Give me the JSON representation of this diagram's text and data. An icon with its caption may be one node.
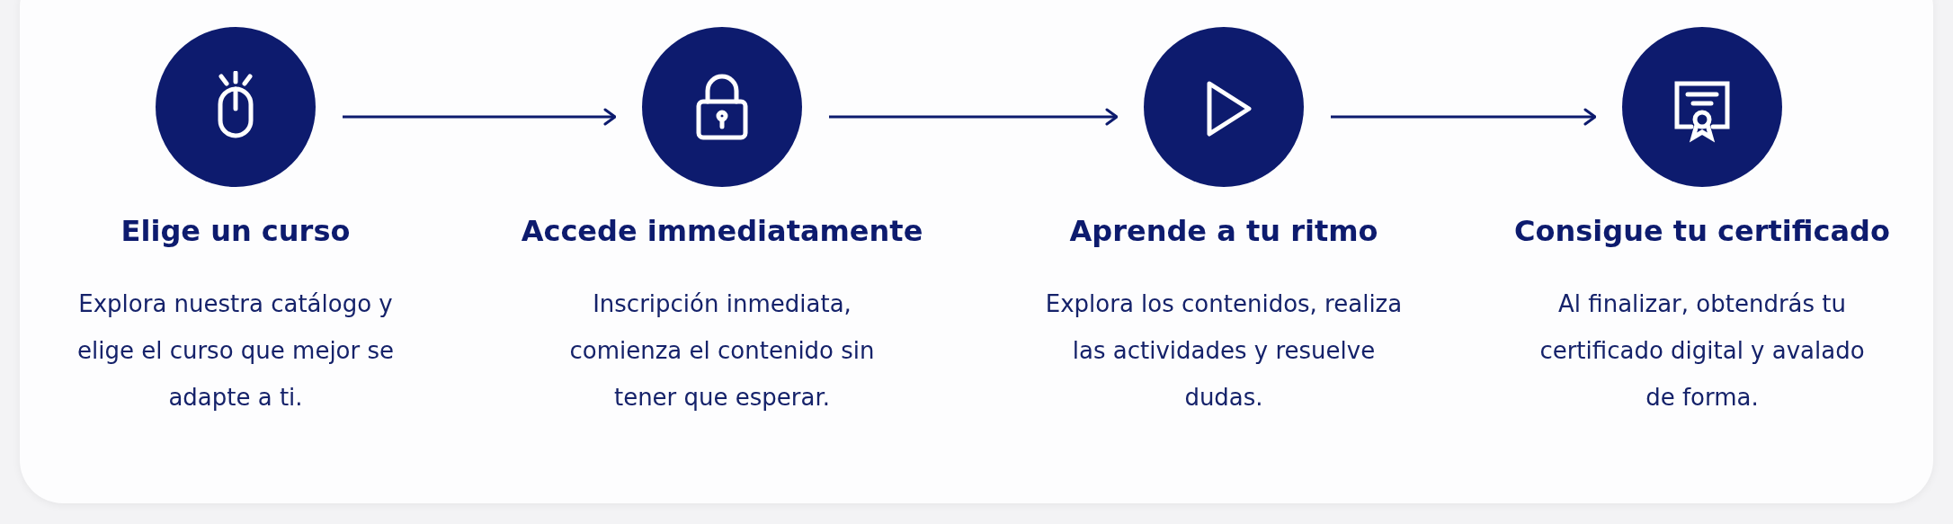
{
  "diagram": {
    "nodes": [
      {
        "text": [],
        "shape": "circle",
        "beside": [
          "Elige un curso",
          "Explora nuestra catálogo y elige el curso que mejor se adapte a ti."
        ]
      },
      {
        "text": [],
        "shape": "circle",
        "beside": [
          "Accede immediatamente",
          "Inscripción inmediata, comienza el contenido sin tener que esperar."
        ]
      },
      {
        "text": [],
        "shape": "circle",
        "beside": [
          "Aprende a tu ritmo",
          "Explora los contenidos, realiza las actividades y resuelve dudas."
        ]
      },
      {
        "text": [],
        "shape": "circle",
        "beside": [
          "Consigue tu certificado",
          "Al finalizar, obtendrás tu certificado digital y avalado de forma."
        ]
      }
    ],
    "edges": [
      {
        "from": 0,
        "to": 1,
        "arrow": "to"
      },
      {
        "from": 1,
        "to": 2,
        "arrow": "to"
      },
      {
        "from": 2,
        "to": 3,
        "arrow": "to"
      }
    ]
  }
}
